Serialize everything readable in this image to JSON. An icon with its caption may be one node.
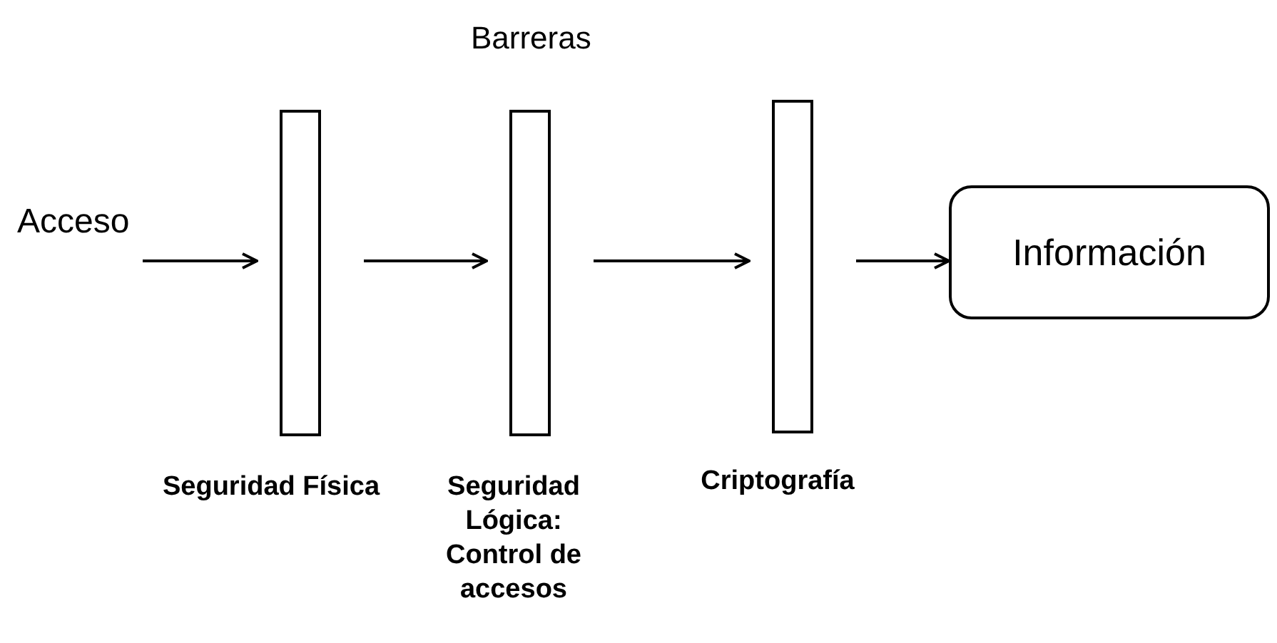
{
  "diagram": {
    "title": "Barreras",
    "nodes": [
      {
        "text": [],
        "shape": "bar",
        "beside": [
          "Seguridad Física"
        ]
      },
      {
        "text": [],
        "shape": "bar",
        "beside": [
          "Seguridad Lógica: Control de accesos"
        ]
      },
      {
        "text": [],
        "shape": "bar",
        "beside": [
          "Criptografía"
        ]
      },
      {
        "text": [
          "Información"
        ]
      }
    ],
    "edges": [
      {
        "from": null,
        "to": 0,
        "arrow": "to",
        "label": "Acceso"
      },
      {
        "from": 0,
        "to": 1,
        "arrow": "to"
      },
      {
        "from": 1,
        "to": 2,
        "arrow": "to"
      },
      {
        "from": 2,
        "to": 3,
        "arrow": "to"
      }
    ]
  }
}
